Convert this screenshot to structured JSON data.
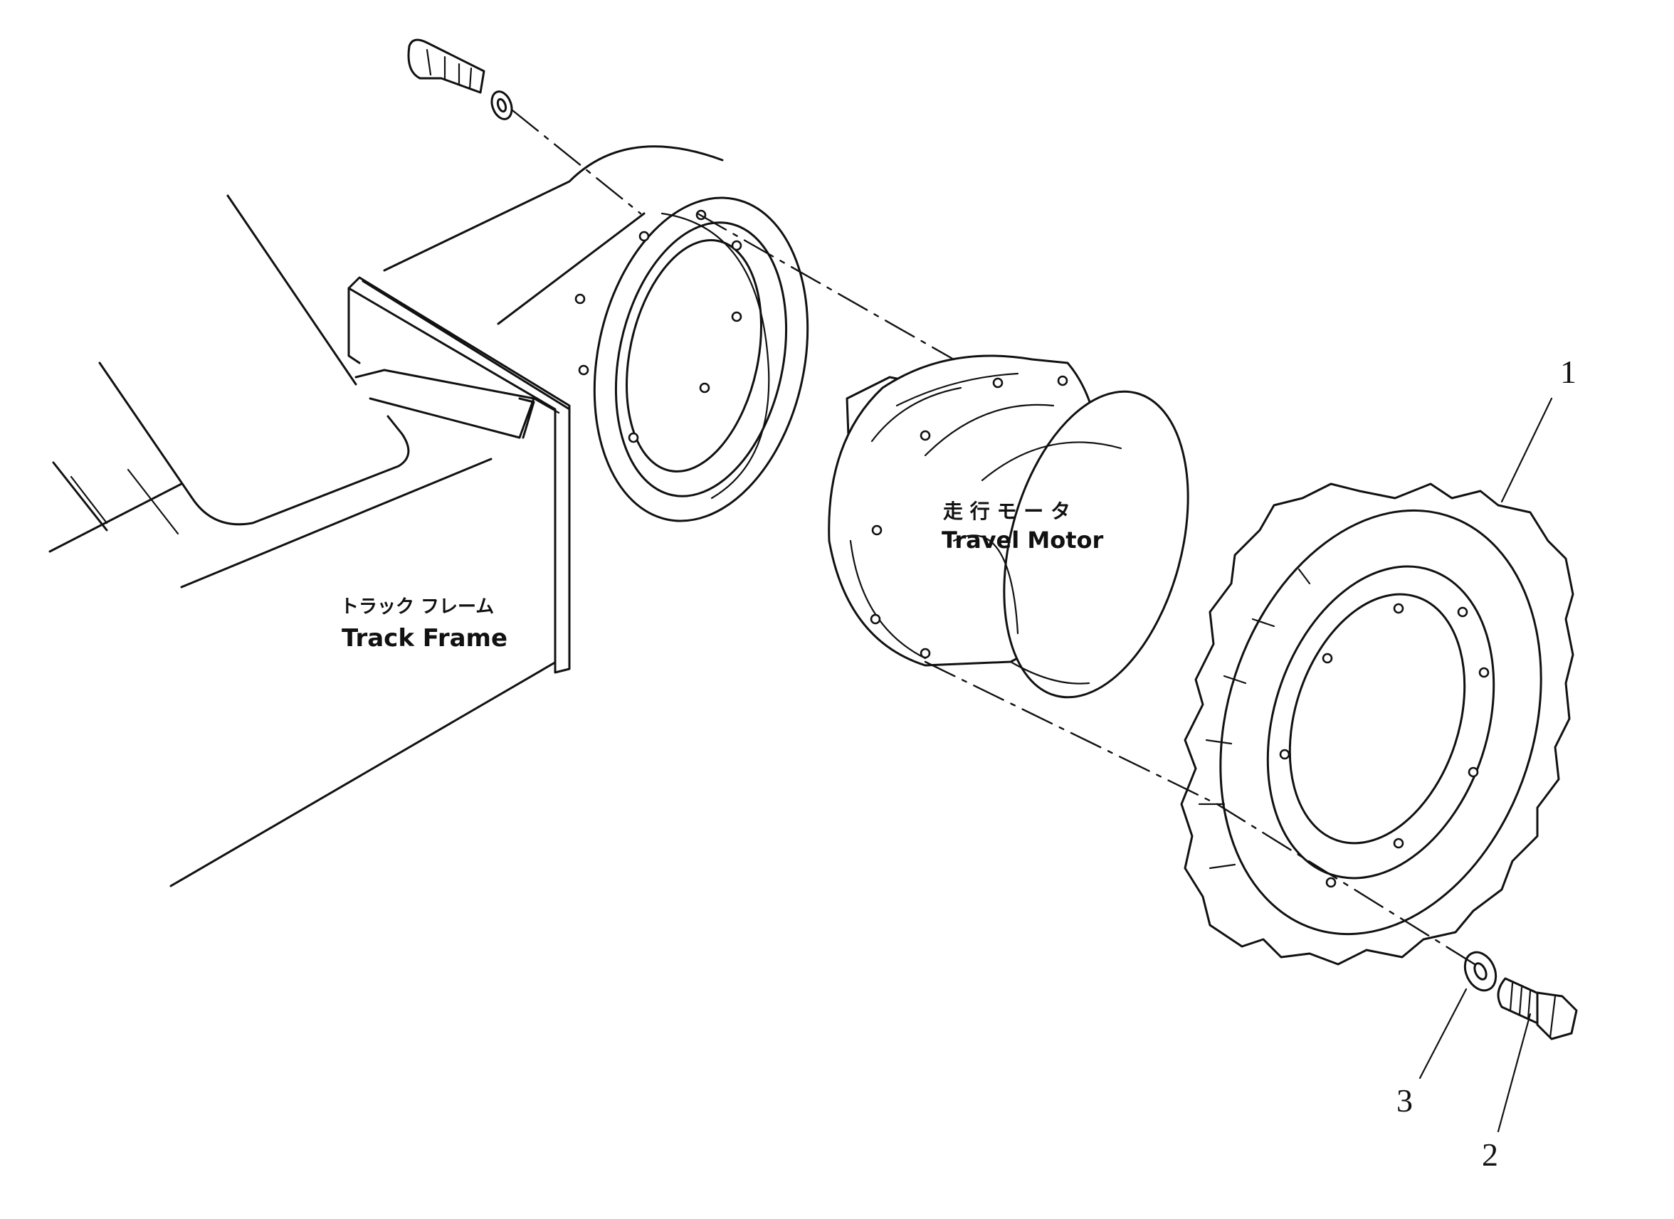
{
  "labels": {
    "track_frame_jp": "トラック フレーム",
    "track_frame_en": "Track Frame",
    "travel_motor_jp": "走 行 モ ー タ",
    "travel_motor_en": "Travel Motor"
  },
  "callouts": [
    "1",
    "2",
    "3"
  ]
}
